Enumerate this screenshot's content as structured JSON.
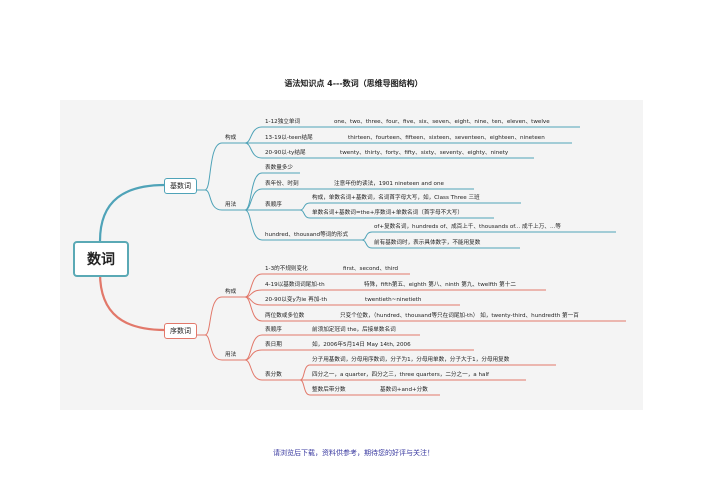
{
  "title": "语法知识点 4---数词（思维导图结构）",
  "root": "数词",
  "colors": {
    "cardinal": "#4fa3b8",
    "ordinal": "#e2786a"
  },
  "cardinal": {
    "label": "基数词",
    "composition_label": "构成",
    "composition": [
      {
        "k": "1-12独立单词",
        "v": "one、two、three、four、five、six、seven、eight、nine、ten、eleven、twelve"
      },
      {
        "k": "13-19以-teen结尾",
        "v": "thirteen、fourteen、fifteen、sixteen、seventeen、eighteen、nineteen"
      },
      {
        "k": "20-90以-ty结尾",
        "v": "twenty、thirty、forty、fifty、sixty、seventy、eighty、ninety"
      }
    ],
    "usage_label": "用法",
    "usage": {
      "u1": "表数量多少",
      "u2": "表年份、时刻",
      "u2v": "注意年份的读法，1901    nineteen and one",
      "u3": "表顺序",
      "u3a": "构成，单数名词+基数词，名词首字母大写，如，Class Three 三班",
      "u3b": "单数名词+基数词=the+序数词+单数名词（首字母不大写）",
      "u4": "hundred、thousand等词的形式",
      "u4a": "of+复数名词，hundreds of、成百上千、thousands of... 成千上万、...等",
      "u4b": "前有基数词时，表示具体数字，不能用复数"
    }
  },
  "ordinal": {
    "label": "序数词",
    "composition_label": "构成",
    "composition": [
      {
        "k": "1-3的不规则变化",
        "v": "first、second、third"
      },
      {
        "k": "4-19以基数词词尾加-th",
        "v": "特殊，fifth第五、eighth 第八、ninth 第九、twelfth 第十二"
      },
      {
        "k": "20-90以变y为ie 再加-th",
        "v": "twentieth~ninetieth"
      },
      {
        "k": "两位数或多位数",
        "v": "只变个位数，（hundred、thousand等只在词尾加-th） 如，twenty-third、hundredth 第一百"
      }
    ],
    "usage_label": "用法",
    "usage": {
      "u1": "表顺序",
      "u1v": "前须加定冠词 the，后接单数名词",
      "u2": "表日期",
      "u2v": "如，2006年5月14日  May 14th, 2006",
      "u3": "表分数",
      "u3a": "分子用基数词，分母用序数词，分子为1，分母用单数，分子大于1，分母用复数",
      "u3b": "四分之一，a quarter，四分之三，three quarters，二分之一，a half",
      "u3c": "整数后带分数",
      "u3cv": "基数词+and+分数"
    }
  },
  "footer": "请浏览后下载，资料供参考，期待您的好评与关注！"
}
